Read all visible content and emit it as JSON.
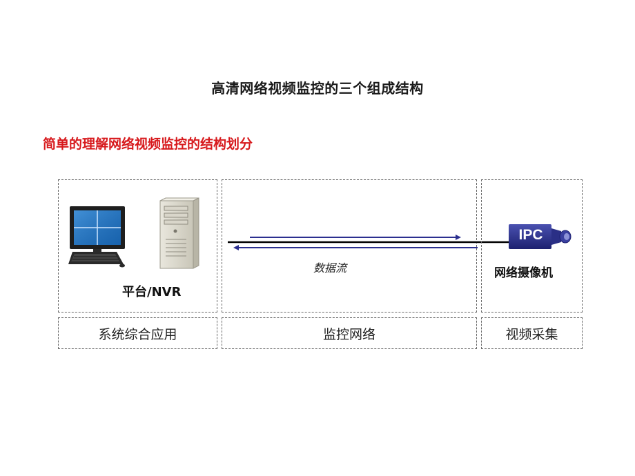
{
  "title": "高清网络视频监控的三个组成结构",
  "subtitle": "简单的理解网络视频监控的结构划分",
  "platform": {
    "device_label": "平台/NVR",
    "caption": "系统综合应用"
  },
  "network": {
    "flow_label": "数据流",
    "caption": "监控网络"
  },
  "capture": {
    "badge": "IPC",
    "device_label": "网络摄像机",
    "caption": "视频采集"
  },
  "colors": {
    "subtitle": "#d7191c",
    "arrow": "#2b2f8f",
    "camera_body": "#2a2f86",
    "monitor_screen": "#1f6fbd"
  },
  "icons": [
    "monitor-icon",
    "keyboard-icon",
    "server-tower-icon",
    "ipc-camera-icon"
  ]
}
